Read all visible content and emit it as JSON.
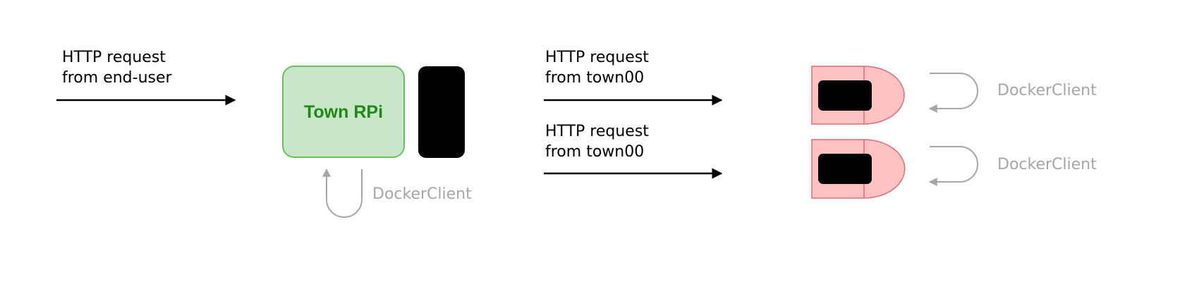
{
  "colors": {
    "arrow": "#000000",
    "loop": "#a6a6a6",
    "town_fill": "#c9e6cb",
    "town_stroke": "#6cbf58",
    "town_text": "#1f8a12",
    "node_fill": "#ffc2c2",
    "node_stroke": "#dd6d76",
    "device": "#000000"
  },
  "left": {
    "request": {
      "line1": "HTTP request",
      "line2_prefix": "from ",
      "line2_bold": "end-user"
    }
  },
  "town": {
    "label": "Town RPi",
    "docker_label": "DockerClient"
  },
  "middle": {
    "requests": [
      {
        "line1": "HTTP request",
        "line2_prefix": "from ",
        "line2_bold": "town00"
      },
      {
        "line1": "HTTP request",
        "line2_prefix": "from ",
        "line2_bold": "town00"
      }
    ]
  },
  "nodes": [
    {
      "docker_label": "DockerClient"
    },
    {
      "docker_label": "DockerClient"
    }
  ]
}
